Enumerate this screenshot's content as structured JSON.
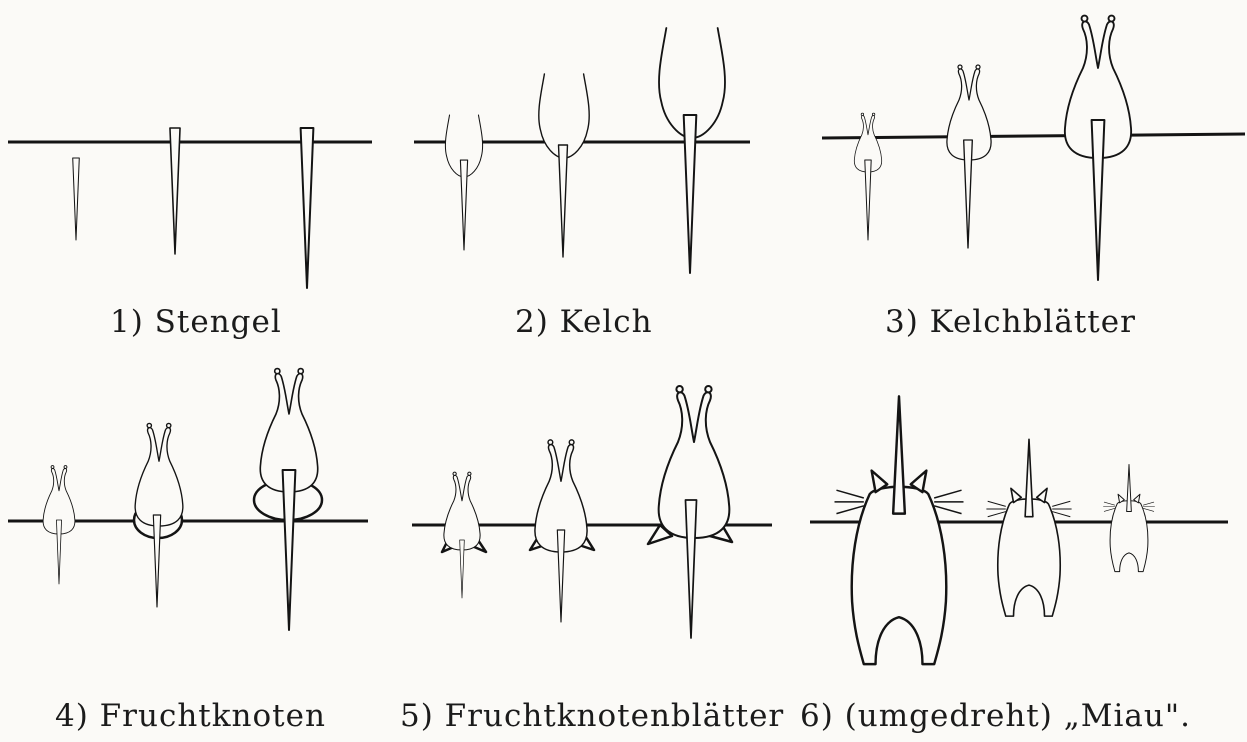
{
  "panels": [
    {
      "caption": "1) Stengel"
    },
    {
      "caption": "2) Kelch"
    },
    {
      "caption": "3) Kelchblätter"
    },
    {
      "caption": "4) Fruchtknoten"
    },
    {
      "caption": "5) Fruchtknotenblätter"
    },
    {
      "caption": "6) (umgedreht) „Miau\"."
    }
  ],
  "colors": {
    "ink": "#141414",
    "paper": "#fbfaf7"
  }
}
